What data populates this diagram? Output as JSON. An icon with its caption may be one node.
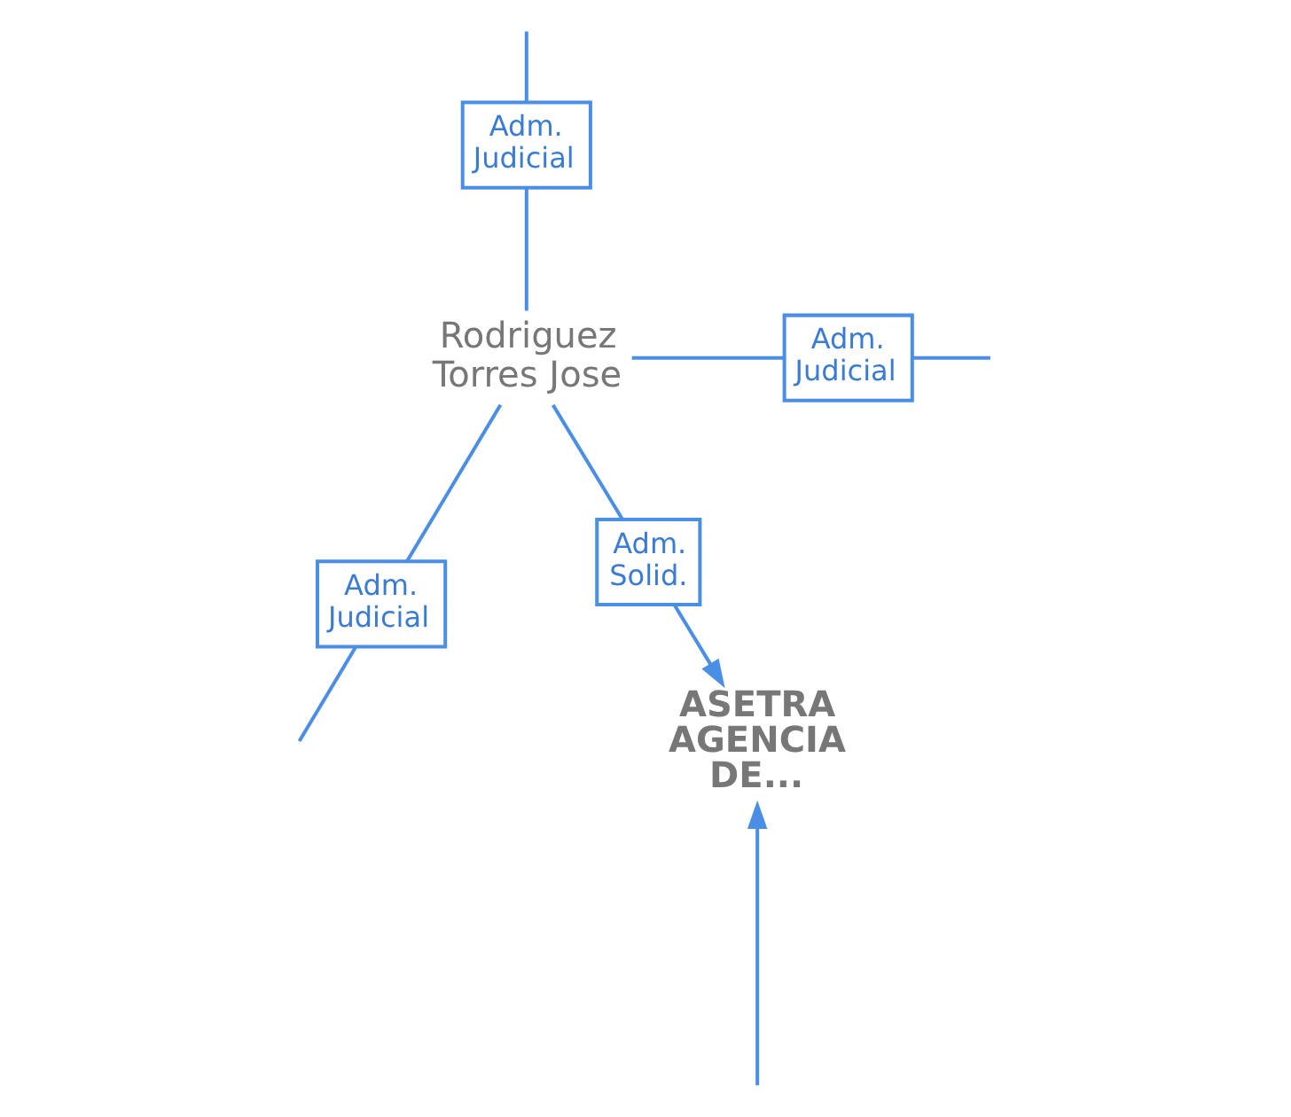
{
  "diagram": {
    "nodes": [
      {
        "text": [
          "Rodriguez Torres Jose"
        ]
      },
      {
        "text": [
          "ASETRA AGENCIA DE..."
        ]
      }
    ],
    "edges": [
      {
        "from": 0,
        "to": null,
        "arrow": "none",
        "label": "Adm. Judicial"
      },
      {
        "from": 0,
        "to": null,
        "arrow": "none",
        "label": "Adm. Judicial"
      },
      {
        "from": 0,
        "to": null,
        "arrow": "none",
        "label": "Adm. Judicial"
      },
      {
        "from": 0,
        "to": 1,
        "arrow": "to",
        "label": "Adm. Solid."
      },
      {
        "from": null,
        "to": 1,
        "arrow": "to"
      }
    ]
  }
}
